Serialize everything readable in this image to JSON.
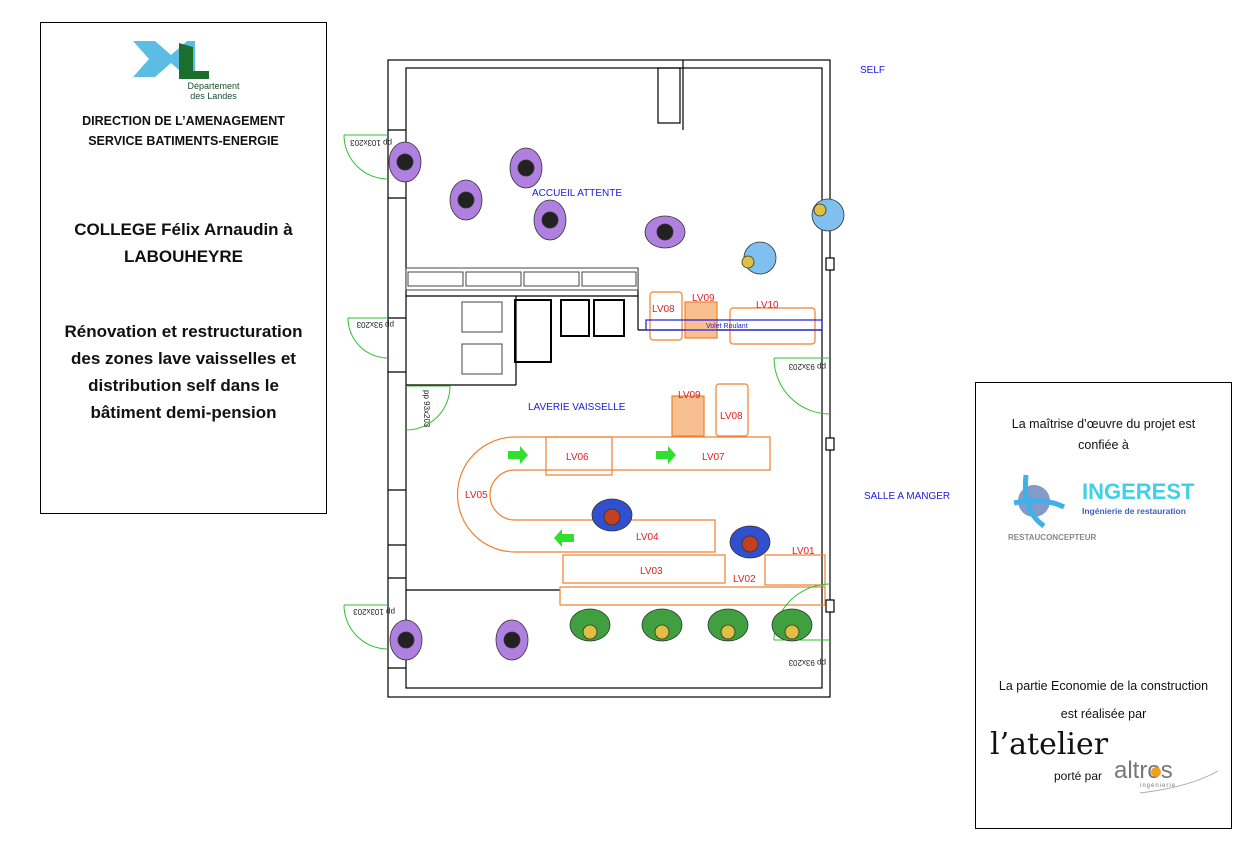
{
  "left_panel": {
    "logo_text": [
      "Département",
      "des Landes"
    ],
    "direction": "DIRECTION DE L’AMENAGEMENT",
    "service": "SERVICE BATIMENTS-ENERGIE",
    "college_line1": "COLLEGE Félix Arnaudin à",
    "college_line2": "LABOUHEYRE",
    "project_lines": [
      "Rénovation et restructuration",
      "des zones lave vaisselles et",
      "distribution self dans le",
      "bâtiment demi-pension"
    ]
  },
  "right_panel": {
    "moe_line1": "La maîtrise d’œuvre du projet est",
    "moe_line2": "confiée à",
    "ingerest_logo": {
      "name": "INGEREST",
      "tagline": "Ingénierie de restauration",
      "sub": "RESTAUCONCEPTEUR"
    },
    "eco_line1": "La partie Economie de la construction",
    "eco_line2": "est réalisée par",
    "atelier_logo": {
      "name": "l’atelier",
      "carried": "porté par",
      "brand": "altros",
      "brand_sub": "ingénierie"
    }
  },
  "plan": {
    "rooms": {
      "self": "SELF",
      "accueil": "ACCUEIL ATTENTE",
      "laverie": "LAVERIE VAISSELLE",
      "salle": "SALLE A MANGER"
    },
    "equipment": {
      "lv01": "LV01",
      "lv02": "LV02",
      "lv03": "LV03",
      "lv04": "LV04",
      "lv05": "LV05",
      "lv06": "LV06",
      "lv07": "LV07",
      "lv08a": "LV08",
      "lv08b": "LV08",
      "lv09a": "LV09",
      "lv09b": "LV09",
      "lv10": "LV10"
    },
    "volet": "Volet Roulant",
    "doors": {
      "d1": "pp 103x203",
      "d2": "pp 93x203",
      "d3": "pp 93x203",
      "d4": "pp 93x203",
      "d5": "pp 103x203",
      "d6": "pp 93x203"
    },
    "colors": {
      "wall": "#000000",
      "equipment": "#f08030",
      "label_red": "#e02020",
      "label_blue": "#1a1ae0",
      "door": "#30c030",
      "person_purple": "#b080e0",
      "person_green": "#40a040",
      "person_blue": "#3050d0"
    }
  }
}
